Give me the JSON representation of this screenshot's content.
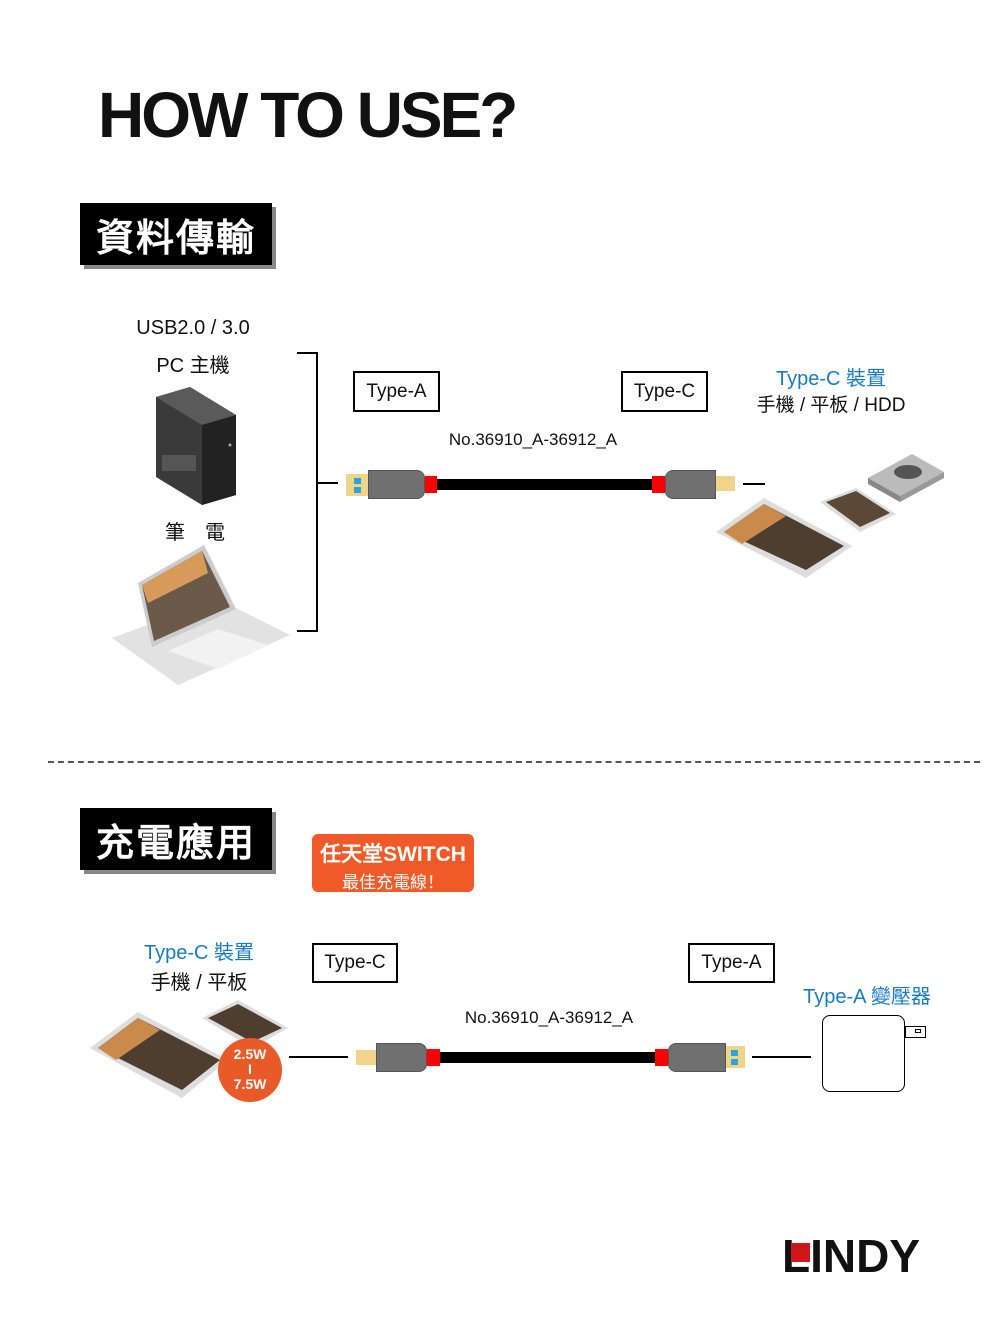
{
  "title": "HOW TO USE?",
  "data_section": {
    "heading": "資料傳輸",
    "pc_line1": "USB2.0 / 3.0",
    "pc_line2": "PC 主機",
    "laptop_label": "筆　電",
    "left_connector": "Type-A",
    "right_connector": "Type-C",
    "model": "No.36910_A-36912_A",
    "device_title": "Type-C 裝置",
    "device_sub_a": "手機 / 平板 / ",
    "device_sub_b": "HDD"
  },
  "charge_section": {
    "heading": "充電應用",
    "badge_line1": "任天堂SWITCH",
    "badge_line2": "最佳充電線！",
    "device_title": "Type-C 裝置",
    "device_sub": "手機 / 平板",
    "power_min": "2.5W",
    "power_sep": "I",
    "power_max": "7.5W",
    "left_connector": "Type-C",
    "right_connector": "Type-A",
    "model": "No.36910_A-36912_A",
    "adapter_title": "Type-A 變壓器"
  },
  "brand": {
    "logo": "LINDY"
  },
  "colors": {
    "accent_blue": "#1a7bc4",
    "badge_orange": "#f05a28",
    "logo_red": "#d0161b",
    "cable_red": "#ff0000"
  }
}
